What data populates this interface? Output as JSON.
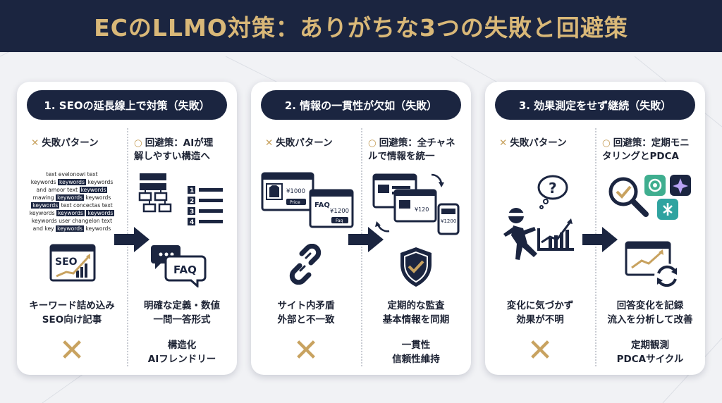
{
  "title": "ECのLLMO対策：ありがちな3つの失敗と回避策",
  "colors": {
    "navy": "#1b2540",
    "gold": "#c8a25f",
    "bg": "#f1f2f5"
  },
  "cards": [
    {
      "heading": "1. SEOの延長線上で対策（失敗）",
      "fail_label": "失敗パターン",
      "fix_label_1": "回避策：AIが理",
      "fix_label_2": "解しやすい構造へ",
      "keyword_lines": [
        [
          "text evelonowi text"
        ],
        [
          "keywords ",
          "#keywords",
          " keywords"
        ],
        [
          "and amoor text ",
          "#keywords"
        ],
        [
          "mawing ",
          "#keywords",
          " keywords"
        ],
        [
          "#keywords",
          " text concectas text"
        ],
        [
          "keywords ",
          "#keywords",
          " ",
          "#keywords"
        ],
        [
          "keywords user changelon text"
        ],
        [
          "and key ",
          "#keywords",
          " keywords"
        ]
      ],
      "seo_icon_text": "SEO",
      "faq_icon_text": "FAQ",
      "list_numbers": [
        "1",
        "2",
        "3",
        "4"
      ],
      "fail_desc_1": "キーワード詰め込み",
      "fail_desc_2": "SEO向け記事",
      "fix_desc_1": "明確な定義・数値",
      "fix_desc_2": "一問一答形式",
      "fix_result_1": "構造化",
      "fix_result_2": "AIフレンドリー"
    },
    {
      "heading": "2. 情報の一貫性が欠如（失敗）",
      "fail_label": "失敗パターン",
      "fix_label_1": "回避策：全チャネ",
      "fix_label_2": "ルで情報を統一",
      "price_a": "¥1000",
      "price_btn": "Price",
      "faq_text": "FAQ",
      "price_b": "¥1200",
      "faq_btn": "Faq",
      "sync_price_a": "¥120",
      "sync_price_b": "¥1200",
      "fail_desc_1": "サイト内矛盾",
      "fail_desc_2": "外部と不一致",
      "fix_desc_1": "定期的な監査",
      "fix_desc_2": "基本情報を同期",
      "fix_result_1": "一貫性",
      "fix_result_2": "信頼性維持"
    },
    {
      "heading": "3. 効果測定をせず継続（失敗）",
      "fail_label": "失敗パターン",
      "fix_label_1": "回避策：定期モニ",
      "fix_label_2": "タリングとPDCA",
      "question_mark": "?",
      "fail_desc_1": "変化に気づかず",
      "fail_desc_2": "効果が不明",
      "fix_desc_1": "回答変化を記録",
      "fix_desc_2": "流入を分析して改善",
      "fix_result_1": "定期観測",
      "fix_result_2": "PDCAサイクル"
    }
  ],
  "x_symbol": "✕",
  "fix_symbol": "○"
}
